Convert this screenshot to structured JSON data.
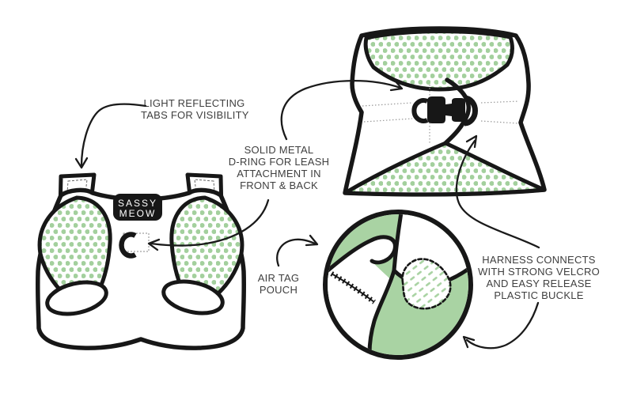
{
  "title": "Cat harness product features diagram",
  "brand_label": {
    "line1": "SASSY",
    "line2": "MEOW"
  },
  "annotations": {
    "light_reflecting": {
      "lines": [
        "LIGHT REFLECTING",
        "TABS FOR VISIBILITY"
      ]
    },
    "d_ring": {
      "lines": [
        "SOLID METAL",
        "D-RING FOR LEASH",
        "ATTACHMENT IN",
        "FRONT & BACK"
      ]
    },
    "air_tag": {
      "lines": [
        "AIR TAG",
        "POUCH"
      ]
    },
    "buckle": {
      "lines": [
        "HARNESS CONNECTS",
        "WITH STRONG VELCRO",
        "AND EASY RELEASE",
        "PLASTIC BUCKLE"
      ]
    }
  },
  "colors": {
    "outline": "#171717",
    "fill_green": "#a9d3a3",
    "dot_green": "#a3d09d",
    "text": "#3f3f3f",
    "stitch_gray": "#9a9a9a",
    "background": "#ffffff"
  }
}
